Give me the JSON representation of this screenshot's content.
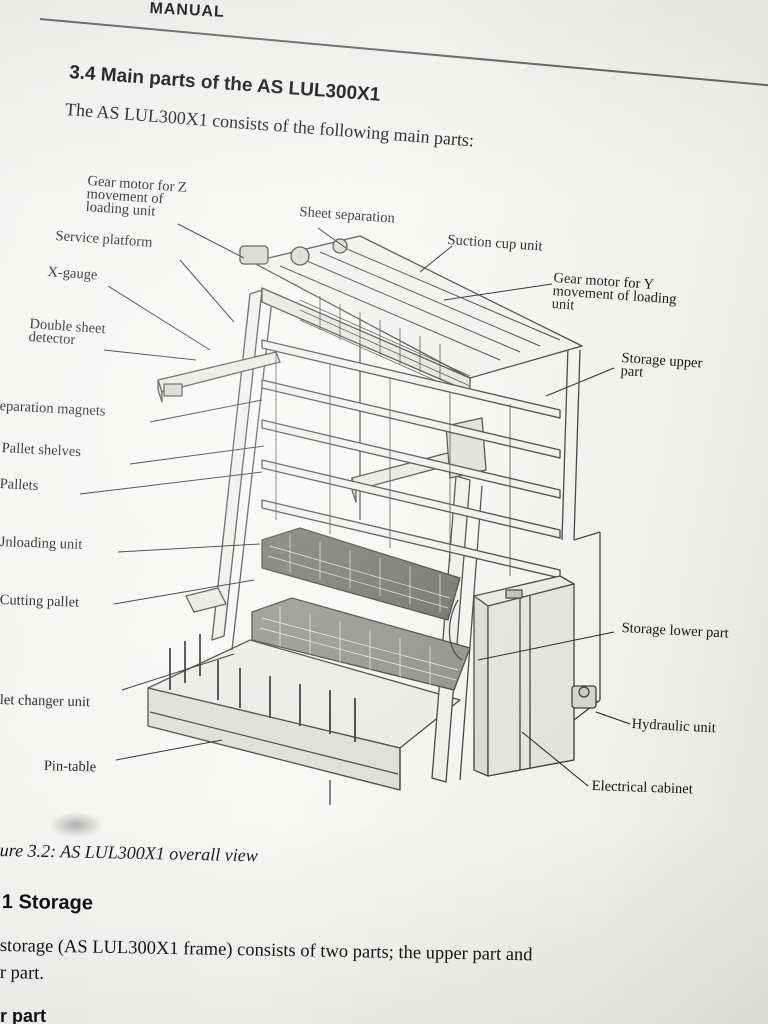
{
  "header": {
    "manual_text": "MANUAL"
  },
  "section": {
    "heading": "3.4 Main parts of the AS LUL300X1",
    "intro": "The AS LUL300X1 consists of the following main parts:"
  },
  "figure": {
    "labels": {
      "gear_motor_z": "Gear motor for Z\nmovement of\nloading unit",
      "sheet_separation": "Sheet separation",
      "suction_cup_unit": "Suction cup unit",
      "gear_motor_y": "Gear motor for Y\nmovement of loading\nunit",
      "service_platform": "Service platform",
      "x_gauge": "X-gauge",
      "double_sheet_detector": "Double sheet\ndetector",
      "storage_upper_part": "Storage upper\npart",
      "separation_magnets": "eparation magnets",
      "pallet_shelves": "Pallet shelves",
      "pallets": "Pallets",
      "unloading_unit": "Jnloading unit",
      "cutting_pallet": "Cutting pallet",
      "storage_lower_part": "Storage lower part",
      "pallet_changer_unit": "let changer unit",
      "hydraulic_unit": "Hydraulic unit",
      "pin_table": "Pin-table",
      "electrical_cabinet": "Electrical cabinet"
    },
    "caption": "ure 3.2: AS LUL300X1 overall view"
  },
  "storage": {
    "heading": "1 Storage",
    "body_line1": "storage (AS LUL300X1 frame) consists of two parts; the upper part and",
    "body_line2": "r part.",
    "subheading": "r part"
  }
}
